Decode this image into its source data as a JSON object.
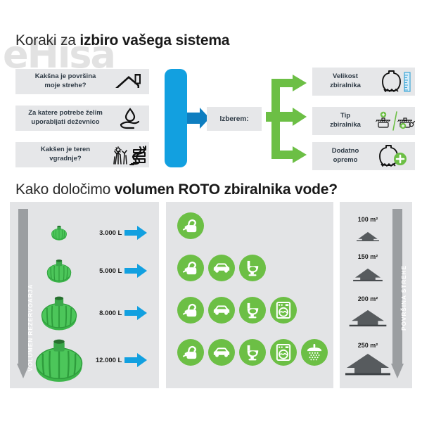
{
  "watermark": "eHisa",
  "headings": {
    "top_plain": "Koraki za ",
    "top_bold": "izbiro vašega sistema",
    "bottom_plain": "Kako določimo ",
    "bottom_bold": "volumen ROTO zbiralnika vode?"
  },
  "colors": {
    "blue": "#12a0e0",
    "green": "#6cbf45",
    "panel_gray": "#e3e4e6",
    "box_gray": "#e6e7e9",
    "arrow_gray": "#9b9ea1",
    "house_gray": "#575b5e",
    "text_dark": "#2e3a45"
  },
  "top_section": {
    "questions": [
      {
        "line1": "Kakšna je površina",
        "line2": "moje strehe?",
        "icon": "roof-icon"
      },
      {
        "line1": "Za katere potrebe želim",
        "line2": "uporabljati deževnico",
        "icon": "hand-waterdrop-icon"
      },
      {
        "line1": "Kakšen je teren",
        "line2": "vgradnje?",
        "icon": "terrain-icon"
      }
    ],
    "middle_label": "Izberem:",
    "results": [
      {
        "line1": "Velikost",
        "line2": "zbiralnika",
        "icon": "tank-ruler-icon"
      },
      {
        "line1": "Tip",
        "line2": "zbiralnika",
        "icon": "tank-types-icon"
      },
      {
        "line1": "Dodatno",
        "line2": "opremo",
        "icon": "tank-plus-icon"
      }
    ]
  },
  "bottom_section": {
    "left_axis_label": "VOLUMEN REZERVOARJA",
    "right_axis_label": "POVRŠINA STREHE",
    "volumes": [
      {
        "value": "3.000 L",
        "tank_scale": 0.56
      },
      {
        "value": "5.000 L",
        "tank_scale": 0.74
      },
      {
        "value": "8.000 L",
        "tank_scale": 0.9
      },
      {
        "value": "12.000 L",
        "tank_scale": 1.0
      }
    ],
    "usage_rows": [
      {
        "icons": [
          "watering-can-icon"
        ]
      },
      {
        "icons": [
          "watering-can-icon",
          "car-icon",
          "toilet-icon"
        ]
      },
      {
        "icons": [
          "watering-can-icon",
          "car-icon",
          "toilet-icon",
          "washing-machine-icon"
        ]
      },
      {
        "icons": [
          "watering-can-icon",
          "car-icon",
          "toilet-icon",
          "washing-machine-icon",
          "shower-icon"
        ]
      }
    ],
    "roof_areas": [
      {
        "label": "100 m²",
        "house_scale": 0.55
      },
      {
        "label": "150 m²",
        "house_scale": 0.72
      },
      {
        "label": "200 m²",
        "house_scale": 0.85
      },
      {
        "label": "250 m²",
        "house_scale": 1.0
      }
    ]
  }
}
